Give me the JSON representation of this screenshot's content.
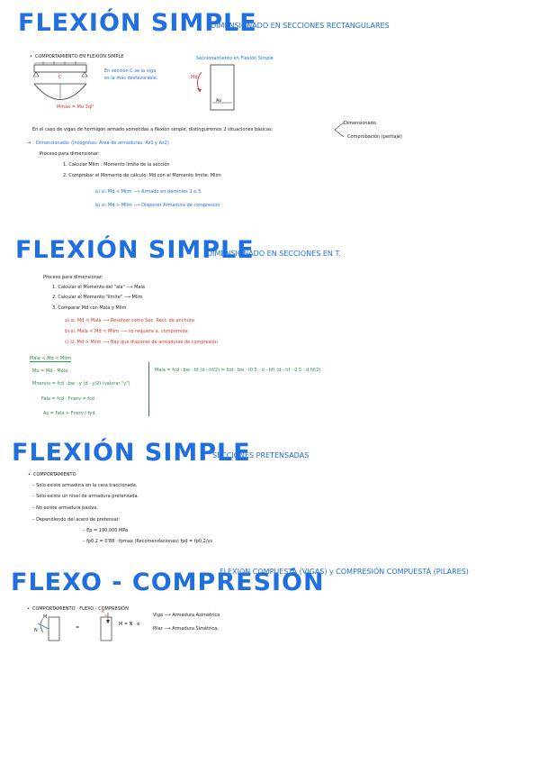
{
  "s1": {
    "title": "FLEXIÓN SIMPLE",
    "subtitle": "DIMENSIONADO EN SECCIONES RECTANGULARES",
    "comportamiento": "COMPORTAMIENTO EN FLEXIÓN SIMPLE",
    "note_line1": "En sección C se la viga",
    "note_line2": "es la más desfavorable.",
    "diagram_label": "Mmáx = Mu  3ql²",
    "right_title": "Seccionamiento en Flexión Simple",
    "md": "Md",
    "as": "As",
    "paragraph": "En el caso de vigas de hormigón armado sometidas a flexión simple, distinguiremos 2 situaciones básicas:",
    "branch1": "Dimensionado",
    "branch2": "Comprobación (peritaje)",
    "dimensionado": "Dimensionado: (incógnitas: Área de armaduras: As1 y As2)",
    "proceso": "Proceso para dimensionar:",
    "step1": "1. Calcular  Mlim : Momento límite de la sección",
    "step2": "2. Comprobar el Momento de cálculo: Md con el Momento límite: Mlim",
    "case_a": "a)  si:   Md < Mlim  ⟶  Armado en dominios 2 o 3.",
    "case_b": "b)  si:   Md > Mlim  ⟶  Disponer Armadura de compresión"
  },
  "s2": {
    "title": "FLEXIÓN SIMPLE",
    "subtitle": "DIMENSIONADO EN SECCIONES EN T.",
    "proceso": "Proceso para dimensionar:",
    "st1": "1. Calcular el Momento del \"ala\" ⟶ Mala",
    "st2": "2. Calcular el Momento \"límite\" ⟶ Mlim",
    "st3": "3. Comparar Md con Mala y Mlim",
    "ca": "a) si: Md < Mala  ⟶  Resolver como Sec. Rect. de anchura",
    "cb": "b) si: Mala < Md < Mlim  ⟶  no requiere a. comprimida",
    "cc": "c) si: Md > Mlim  ⟶  Hay que disponer de armaduras de compresión",
    "g_head": "Mala < Md < Mlim",
    "g1": "Mu = Md - Mala",
    "g2": "Mnervio = fcd · bw · y (d - y/2)  (valorar \"y\")",
    "g3": "Fala = fcd ·   Fnerv = fcd ·",
    "g4": "As =  Fala + Fnerv / fyd",
    "formula": "Mala = fcd · bw · hf (d - hf/2) = fcd · bw · (0.5 · d - hf) (d - hf - 0.5 · d·hf/2)"
  },
  "s3": {
    "title": "FLEXIÓN SIMPLE",
    "subtitle": "SECCIONES PRETENSADAS",
    "comportamiento": "COMPORTAMIENTO",
    "i1": "Solo existe armadura en la cara traccionada.",
    "i2": "Solo existe un nivel de armadura pretensada.",
    "i3": "No existe armadura pasiva.",
    "i4": "Dependiendo del acero de pretensar:",
    "i5": "Ep = 190.000 MPa",
    "i6": "fp0,2 = 0'88 · fpmax (Recomendaciones)   fpd = fp0,2/γs"
  },
  "s4": {
    "title": "FLEXO - COMPRESIÓN",
    "subtitle": "FLEXIÓN COMPUESTA (VIGAS) y COMPRESIÓN COMPUESTA (PILARES)",
    "comportamiento": "COMPORTAMIENTO · FLEXO - COMPRESIÓN",
    "m": "M",
    "n": "N",
    "eq": "=",
    "e": "e",
    "mne": "M = N · e",
    "viga": "Viga ⟶ Armadura Asimétrica",
    "pilar": "Pilar ⟶ Armadura Simétrica."
  }
}
